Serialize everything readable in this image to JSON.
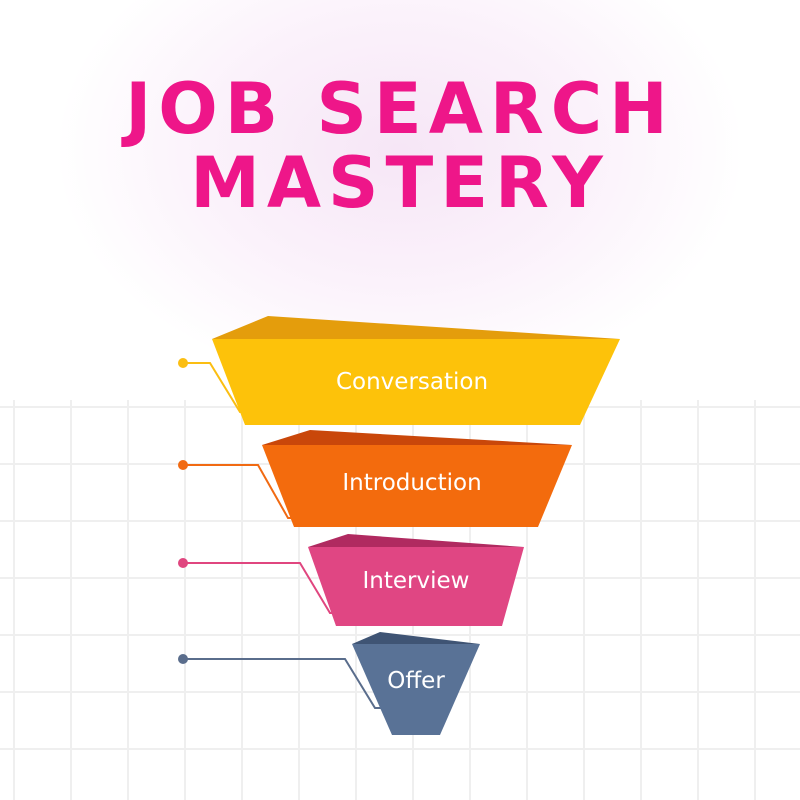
{
  "title": {
    "line1": "JOB SEARCH",
    "line2": "MASTERY",
    "color": "#ee1689"
  },
  "stages": [
    {
      "label": "Conversation",
      "color": "#fdc20a",
      "top_color": "#e49d0c",
      "dot_color": "#fbbe12"
    },
    {
      "label": "Introduction",
      "color": "#f36b0d",
      "top_color": "#c9470a",
      "dot_color": "#f16a12"
    },
    {
      "label": "Interview",
      "color": "#e04683",
      "top_color": "#b02a60",
      "dot_color": "#e0467f"
    },
    {
      "label": "Offer",
      "color": "#597296",
      "top_color": "#3f5474",
      "dot_color": "#5a6d8c"
    }
  ]
}
